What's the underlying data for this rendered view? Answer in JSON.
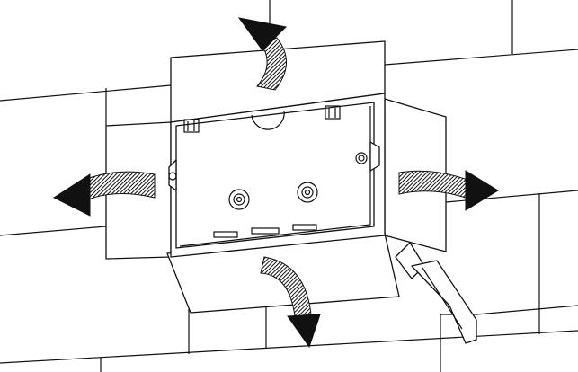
{
  "diagram": {
    "description_free": true,
    "colors": {
      "line": "#111111",
      "background": "#ffffff"
    },
    "parts": [
      "wall-bricks",
      "top-flap",
      "left-flap",
      "right-flap",
      "bottom-flap",
      "electrical-box",
      "utility-knife",
      "flap-up-arrow",
      "flap-left-arrow",
      "flap-right-arrow",
      "flap-down-arrow"
    ]
  }
}
